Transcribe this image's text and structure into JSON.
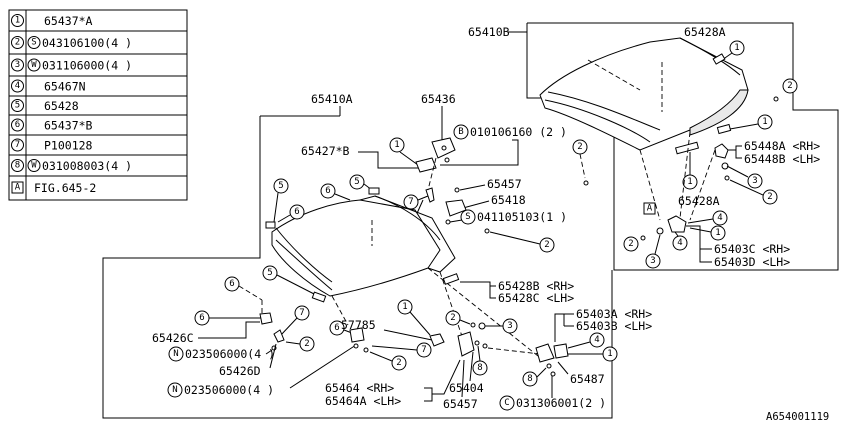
{
  "legend": [
    {
      "num": "1",
      "prefix": "",
      "text": "65437*A"
    },
    {
      "num": "2",
      "prefix": "S",
      "text": "043106100(4 )"
    },
    {
      "num": "3",
      "prefix": "W",
      "text": "031106000(4 )"
    },
    {
      "num": "4",
      "prefix": "",
      "text": "65467N"
    },
    {
      "num": "5",
      "prefix": "",
      "text": "65428"
    },
    {
      "num": "6",
      "prefix": "",
      "text": "65437*B"
    },
    {
      "num": "7",
      "prefix": "",
      "text": "P100128"
    },
    {
      "num": "8",
      "prefix": "W",
      "text": "031008003(4 )"
    },
    {
      "num": "A",
      "prefix": "",
      "text": "FIG.645-2"
    }
  ],
  "labels": {
    "p65410B": "65410B",
    "p65428A_top": "65428A",
    "p65448A": "65448A <RH>",
    "p65448B": "65448B <LH>",
    "p65428A_bottom": "65428A",
    "p65403C": "65403C <RH>",
    "p65403D": "65403D <LH>",
    "p65410A": "65410A",
    "p65436": "65436",
    "bolt_010106160": "010106160 (2 )",
    "p65427B": "65427*B",
    "p65457_top": "65457",
    "p65418": "65418",
    "bolt_041105103": "041105103(1 )",
    "p65428B": "65428B <RH>",
    "p65428C": "65428C <LH>",
    "p65426C": "65426C",
    "nut_023506000_a": "023506000(4 )",
    "p65426D": "65426D",
    "nut_023506000_b": "023506000(4 )",
    "p57785": "57785",
    "p65403A": "65403A <RH>",
    "p65403B": "65403B <LH>",
    "p65464": "65464  <RH>",
    "p65464A": "65464A <LH>",
    "p65404": "65404",
    "p65457_bottom": "65457",
    "p65487": "65487",
    "clip_031306001": "031306001(2 )",
    "drawing_id": "A654001119"
  },
  "prefix_marks": {
    "B": "B",
    "S": "S",
    "N": "N",
    "C": "C"
  },
  "callouts": {
    "c1": "1",
    "c2": "2",
    "c3": "3",
    "c4": "4",
    "c5": "5",
    "c6": "6",
    "c7": "7",
    "c8": "8",
    "cA": "A"
  }
}
